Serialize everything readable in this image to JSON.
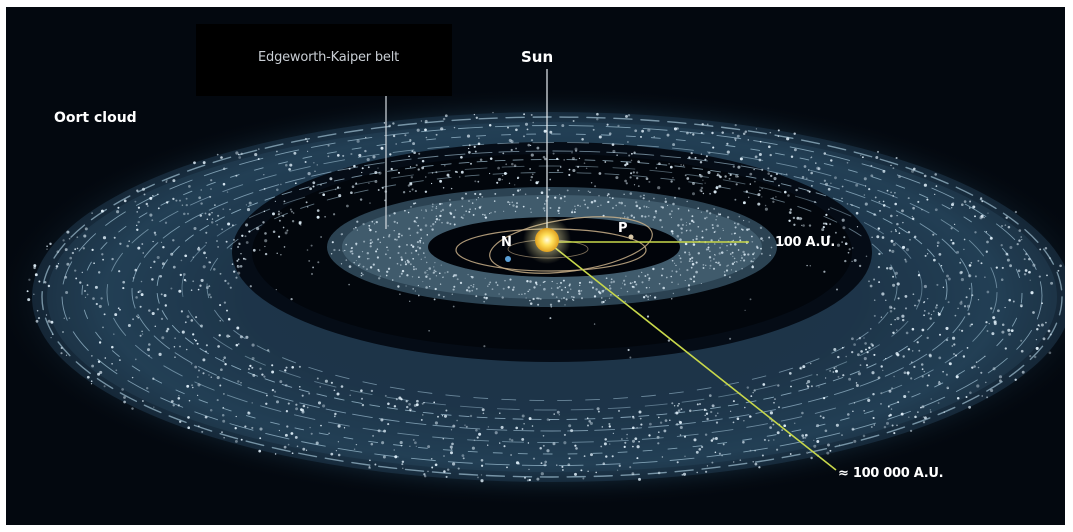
{
  "diagram": {
    "labels": {
      "kuiper_belt": "Edgeworth-Kaiper belt",
      "sun": "Sun",
      "oort_cloud": "Oort cloud",
      "neptune": "N",
      "pluto": "P",
      "distance_kuiper": "100 A.U.",
      "distance_oort": "≈ 100 000 A.U."
    },
    "colors": {
      "background": "#03080f",
      "sun": "#ffd84a",
      "pointer": "#c8d84a",
      "particles": "#dff2ff"
    }
  }
}
